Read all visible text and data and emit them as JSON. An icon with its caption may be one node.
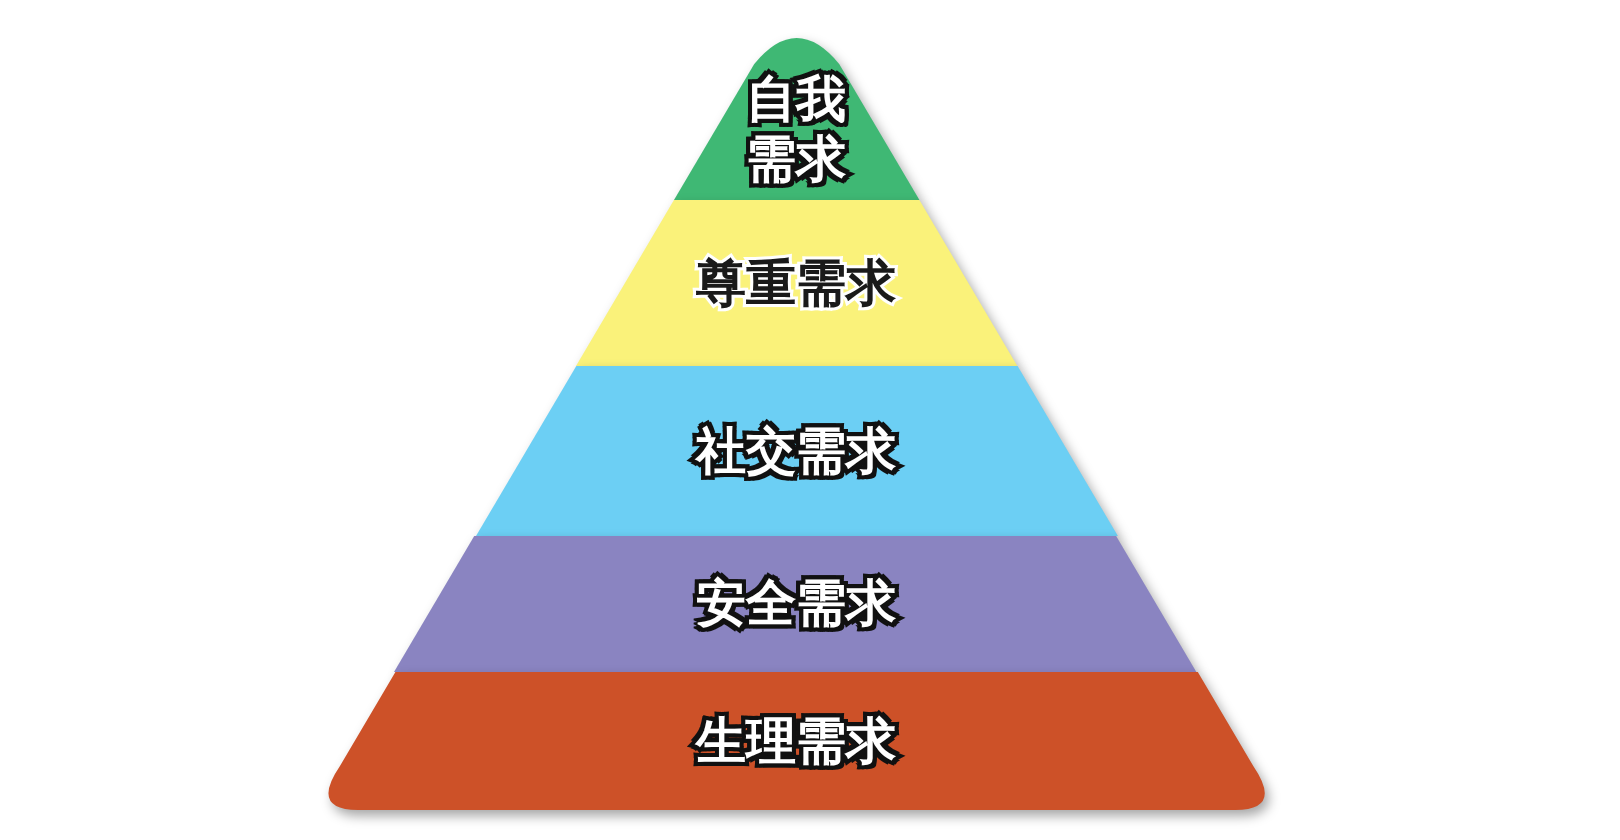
{
  "diagram": {
    "nodes": [
      {
        "text": [
          "自我需求"
        ]
      },
      {
        "text": [
          "尊重需求"
        ]
      },
      {
        "text": [
          "社交需求"
        ]
      },
      {
        "text": [
          "安全需求"
        ]
      },
      {
        "text": [
          "生理需求"
        ]
      }
    ],
    "edges": []
  }
}
